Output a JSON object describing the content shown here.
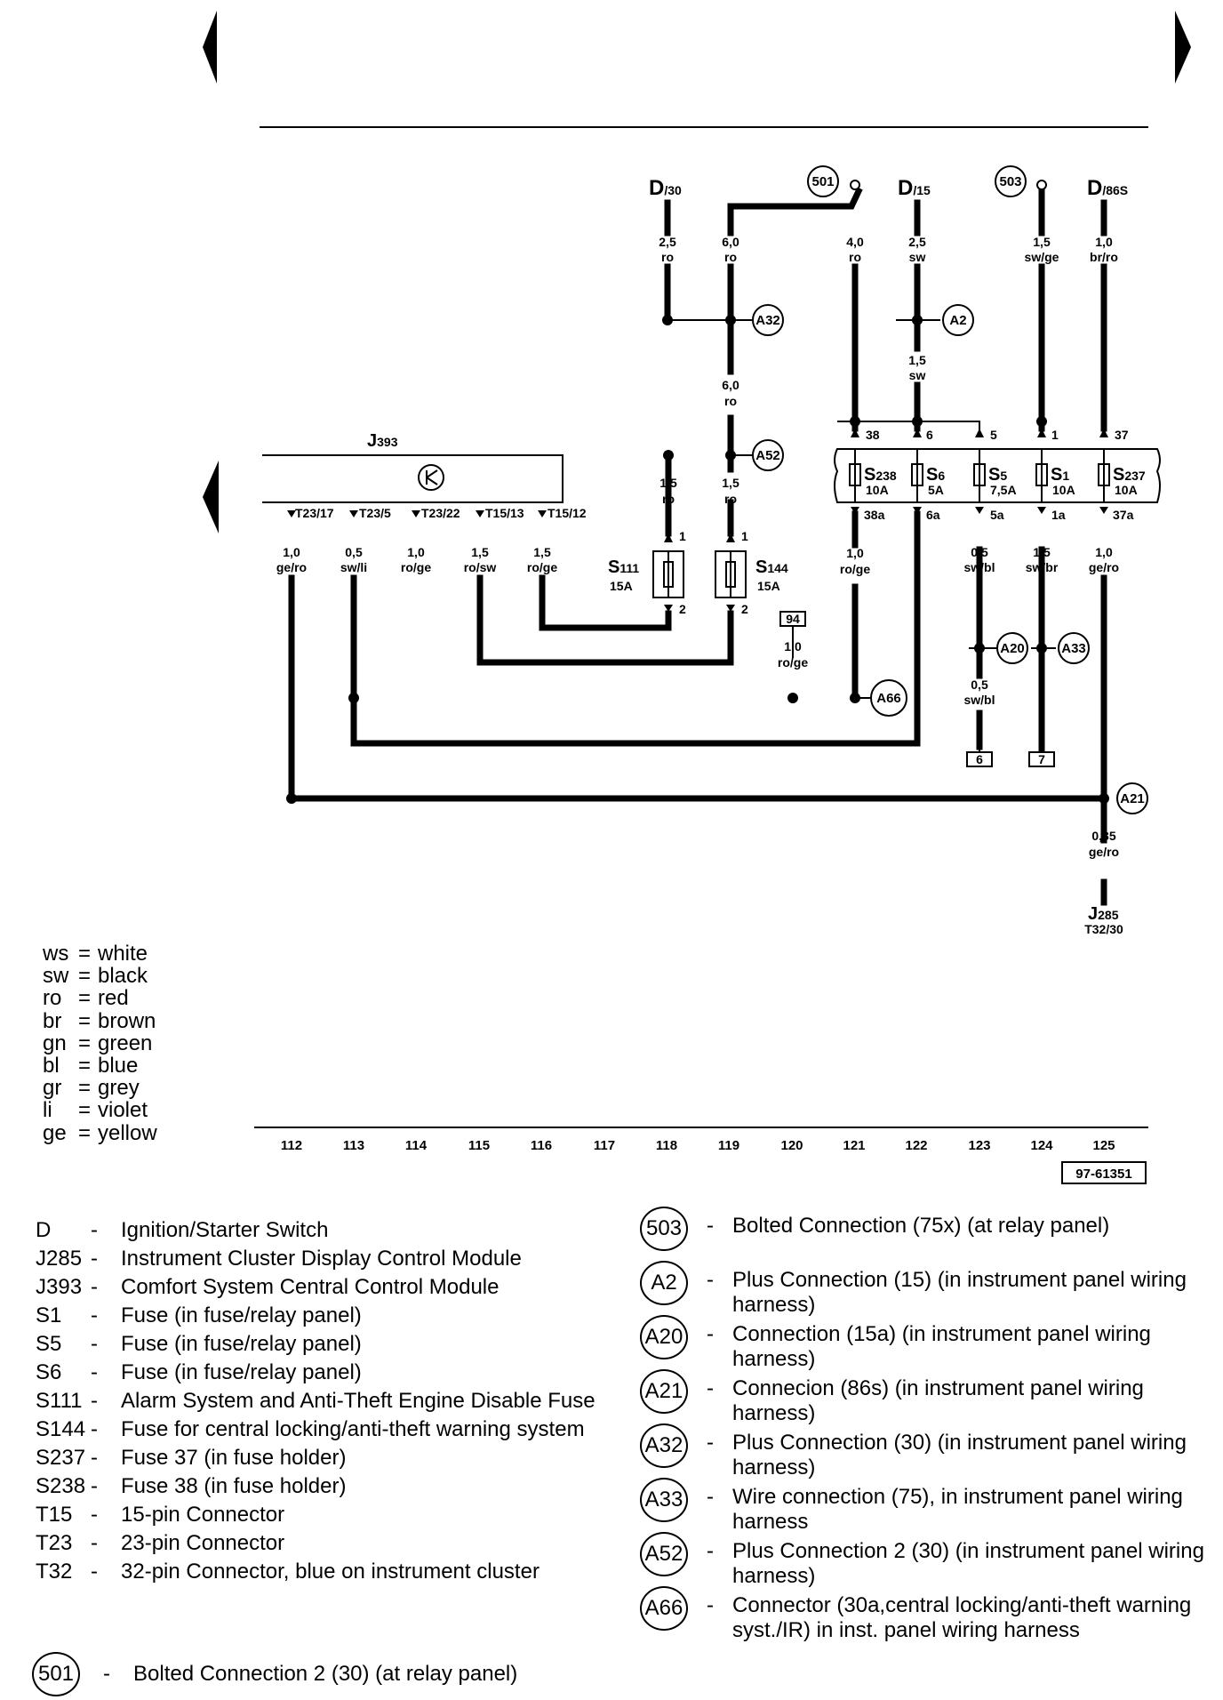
{
  "diagram": {
    "terminals": {
      "d30": {
        "main": "D",
        "sub": "/30"
      },
      "d15": {
        "main": "D",
        "sub": "/15"
      },
      "d86s": {
        "main": "D",
        "sub": "/86S"
      }
    },
    "bolted": {
      "c501": "501",
      "c503": "503"
    },
    "wires": {
      "w1": {
        "size": "2,5",
        "color": "ro"
      },
      "w2": {
        "size": "6,0",
        "color": "ro"
      },
      "w3": {
        "size": "4,0",
        "color": "ro"
      },
      "w4": {
        "size": "2,5",
        "color": "sw"
      },
      "w5": {
        "size": "1,5",
        "color": "sw/ge"
      },
      "w6": {
        "size": "1,0",
        "color": "br/ro"
      },
      "w7": {
        "size": "1,5",
        "color": "sw"
      },
      "w8": {
        "size": "6,0",
        "color": "ro"
      },
      "w9": {
        "size": "1,5",
        "color": "ro"
      },
      "w10": {
        "size": "1,5",
        "color": "ro"
      },
      "w11": {
        "size": "1,0",
        "color": "ge/ro"
      },
      "w12": {
        "size": "0,5",
        "color": "sw/li"
      },
      "w13": {
        "size": "1,0",
        "color": "ro/ge"
      },
      "w14": {
        "size": "1,5",
        "color": "ro/sw"
      },
      "w15": {
        "size": "1,5",
        "color": "ro/ge"
      },
      "w16": {
        "size": "1,0",
        "color": "ro/ge"
      },
      "w17": {
        "size": "0,5",
        "color": "sw/bl"
      },
      "w18": {
        "size": "1,5",
        "color": "sw/br"
      },
      "w19": {
        "size": "1,0",
        "color": "ge/ro"
      },
      "w20": {
        "size": "1,0",
        "color": "ro/ge"
      },
      "w21": {
        "size": "0,5",
        "color": "sw/bl"
      },
      "w22": {
        "size": "0,35",
        "color": "ge/ro"
      }
    },
    "connectors": {
      "a32": "A32",
      "a2": "A2",
      "a52": "A52",
      "a20": "A20",
      "a33": "A33",
      "a66": "A66",
      "a21": "A21"
    },
    "j393": {
      "main": "J",
      "sub": "393",
      "pins": [
        "T23/17",
        "T23/5",
        "T23/22",
        "T15/13",
        "T15/12"
      ]
    },
    "fuse_panel": {
      "s238": {
        "main": "S",
        "sub": "238",
        "rating": "10A",
        "top": "38",
        "bottom": "38a"
      },
      "s6": {
        "main": "S",
        "sub": "6",
        "rating": "5A",
        "top": "6",
        "bottom": "6a"
      },
      "s5": {
        "main": "S",
        "sub": "5",
        "rating": "7,5A",
        "top": "5",
        "bottom": "5a"
      },
      "s1": {
        "main": "S",
        "sub": "1",
        "rating": "10A",
        "top": "1",
        "bottom": "1a"
      },
      "s237": {
        "main": "S",
        "sub": "237",
        "rating": "10A",
        "top": "37",
        "bottom": "37a"
      }
    },
    "s111": {
      "main": "S",
      "sub": "111",
      "rating": "15A",
      "pin_top": "1",
      "pin_bottom": "2"
    },
    "s144": {
      "main": "S",
      "sub": "144",
      "rating": "15A",
      "pin_top": "1",
      "pin_bottom": "2"
    },
    "boxes": {
      "b94": "94",
      "b6": "6",
      "b7": "7"
    },
    "j285": {
      "main": "J",
      "sub": "285",
      "pin": "T32/30"
    },
    "axis": [
      "112",
      "113",
      "114",
      "115",
      "116",
      "117",
      "118",
      "119",
      "120",
      "121",
      "122",
      "123",
      "124",
      "125"
    ],
    "ref": "97-61351"
  },
  "color_codes": [
    {
      "code": "ws",
      "name": "white"
    },
    {
      "code": "sw",
      "name": "black"
    },
    {
      "code": "ro",
      "name": "red"
    },
    {
      "code": "br",
      "name": "brown"
    },
    {
      "code": "gn",
      "name": "green"
    },
    {
      "code": "bl",
      "name": "blue"
    },
    {
      "code": "gr",
      "name": "grey"
    },
    {
      "code": "li",
      "name": "violet"
    },
    {
      "code": "ge",
      "name": "yellow"
    }
  ],
  "legend_left": [
    {
      "code": "D",
      "desc": "Ignition/Starter Switch"
    },
    {
      "code": "J285",
      "desc": "Instrument Cluster Display Control Module"
    },
    {
      "code": "J393",
      "desc": "Comfort System Central Control Module"
    },
    {
      "code": "S1",
      "desc": "Fuse (in fuse/relay panel)"
    },
    {
      "code": "S5",
      "desc": "Fuse (in fuse/relay panel)"
    },
    {
      "code": "S6",
      "desc": "Fuse (in fuse/relay panel)"
    },
    {
      "code": "S111",
      "desc": "Alarm System and Anti-Theft Engine Disable Fuse"
    },
    {
      "code": "S144",
      "desc": "Fuse for central locking/anti-theft warning system"
    },
    {
      "code": "S237",
      "desc": "Fuse 37 (in fuse holder)"
    },
    {
      "code": "S238",
      "desc": "Fuse 38 (in fuse holder)"
    },
    {
      "code": "T15",
      "desc": "15-pin Connector"
    },
    {
      "code": "T23",
      "desc": "23-pin Connector"
    },
    {
      "code": "T32",
      "desc": "32-pin Connector, blue on instrument cluster"
    }
  ],
  "legend_bottom": {
    "code": "501",
    "desc": "Bolted Connection 2 (30)  (at relay panel)"
  },
  "legend_right": [
    {
      "code": "503",
      "desc": "Bolted Connection (75x) (at relay panel)"
    },
    {
      "code": "A2",
      "desc": "Plus Connection (15) (in instrument panel wiring harness)"
    },
    {
      "code": "A20",
      "desc": "Connection (15a) (in instrument panel wiring harness)"
    },
    {
      "code": "A21",
      "desc": "Connecion (86s) (in instrument panel wiring harness)"
    },
    {
      "code": "A32",
      "desc": "Plus Connection (30) (in instrument panel wiring harness)"
    },
    {
      "code": "A33",
      "desc": "Wire connection (75), in instrument panel wiring harness"
    },
    {
      "code": "A52",
      "desc": "Plus Connection 2 (30) (in instrument panel wiring harness)"
    },
    {
      "code": "A66",
      "desc": "Connector (30a,central locking/anti-theft warning syst./IR) in inst. panel wiring harness"
    }
  ]
}
